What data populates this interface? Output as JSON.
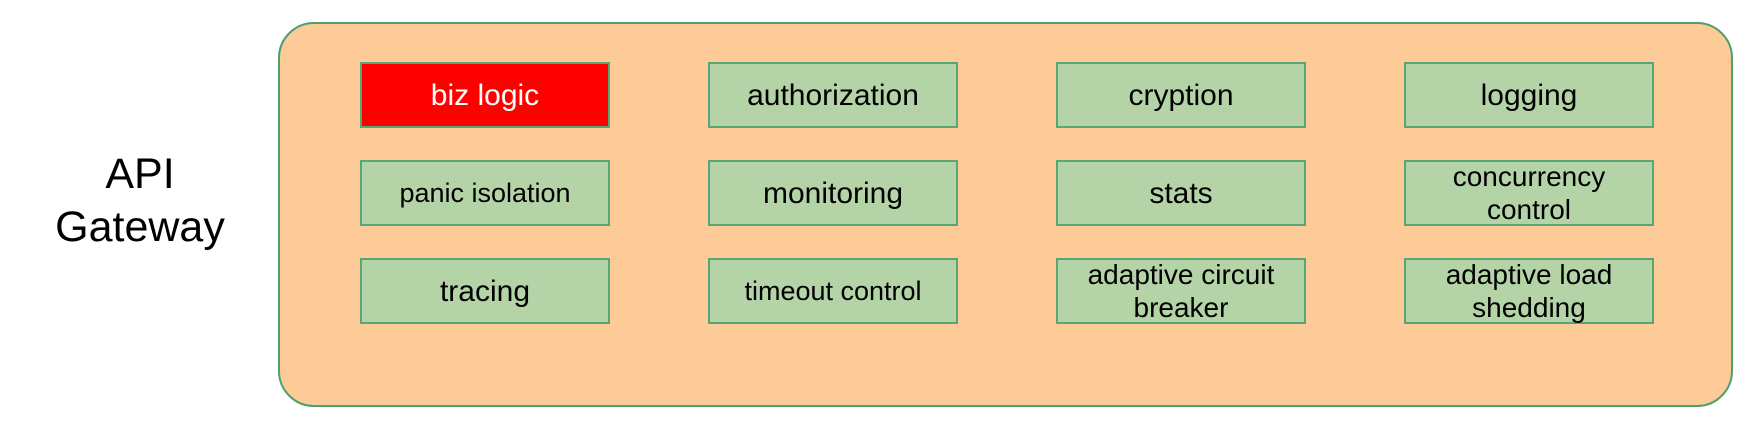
{
  "diagram": {
    "left_label": "API\nGateway",
    "container_name": "API Gateway container",
    "colors": {
      "container_fill": "#fccb97",
      "container_border": "#4f9e6e",
      "box_fill": "#b4d4a8",
      "box_border": "#5aa574",
      "highlight_fill": "#ff0000",
      "highlight_text": "#ffffff",
      "text": "#000000",
      "page_background": "#ffffff"
    },
    "grid": {
      "rows": 3,
      "columns": 4,
      "boxes": [
        {
          "label": "biz logic",
          "highlight": true,
          "lines": 1
        },
        {
          "label": "authorization",
          "highlight": false,
          "lines": 1
        },
        {
          "label": "cryption",
          "highlight": false,
          "lines": 1
        },
        {
          "label": "logging",
          "highlight": false,
          "lines": 1
        },
        {
          "label": "panic isolation",
          "highlight": false,
          "lines": 1
        },
        {
          "label": "monitoring",
          "highlight": false,
          "lines": 1
        },
        {
          "label": "stats",
          "highlight": false,
          "lines": 1
        },
        {
          "label": "concurrency\ncontrol",
          "highlight": false,
          "lines": 2
        },
        {
          "label": "tracing",
          "highlight": false,
          "lines": 1
        },
        {
          "label": "timeout control",
          "highlight": false,
          "lines": 1
        },
        {
          "label": "adaptive circuit\nbreaker",
          "highlight": false,
          "lines": 2
        },
        {
          "label": "adaptive load\nshedding",
          "highlight": false,
          "lines": 2
        }
      ]
    }
  }
}
